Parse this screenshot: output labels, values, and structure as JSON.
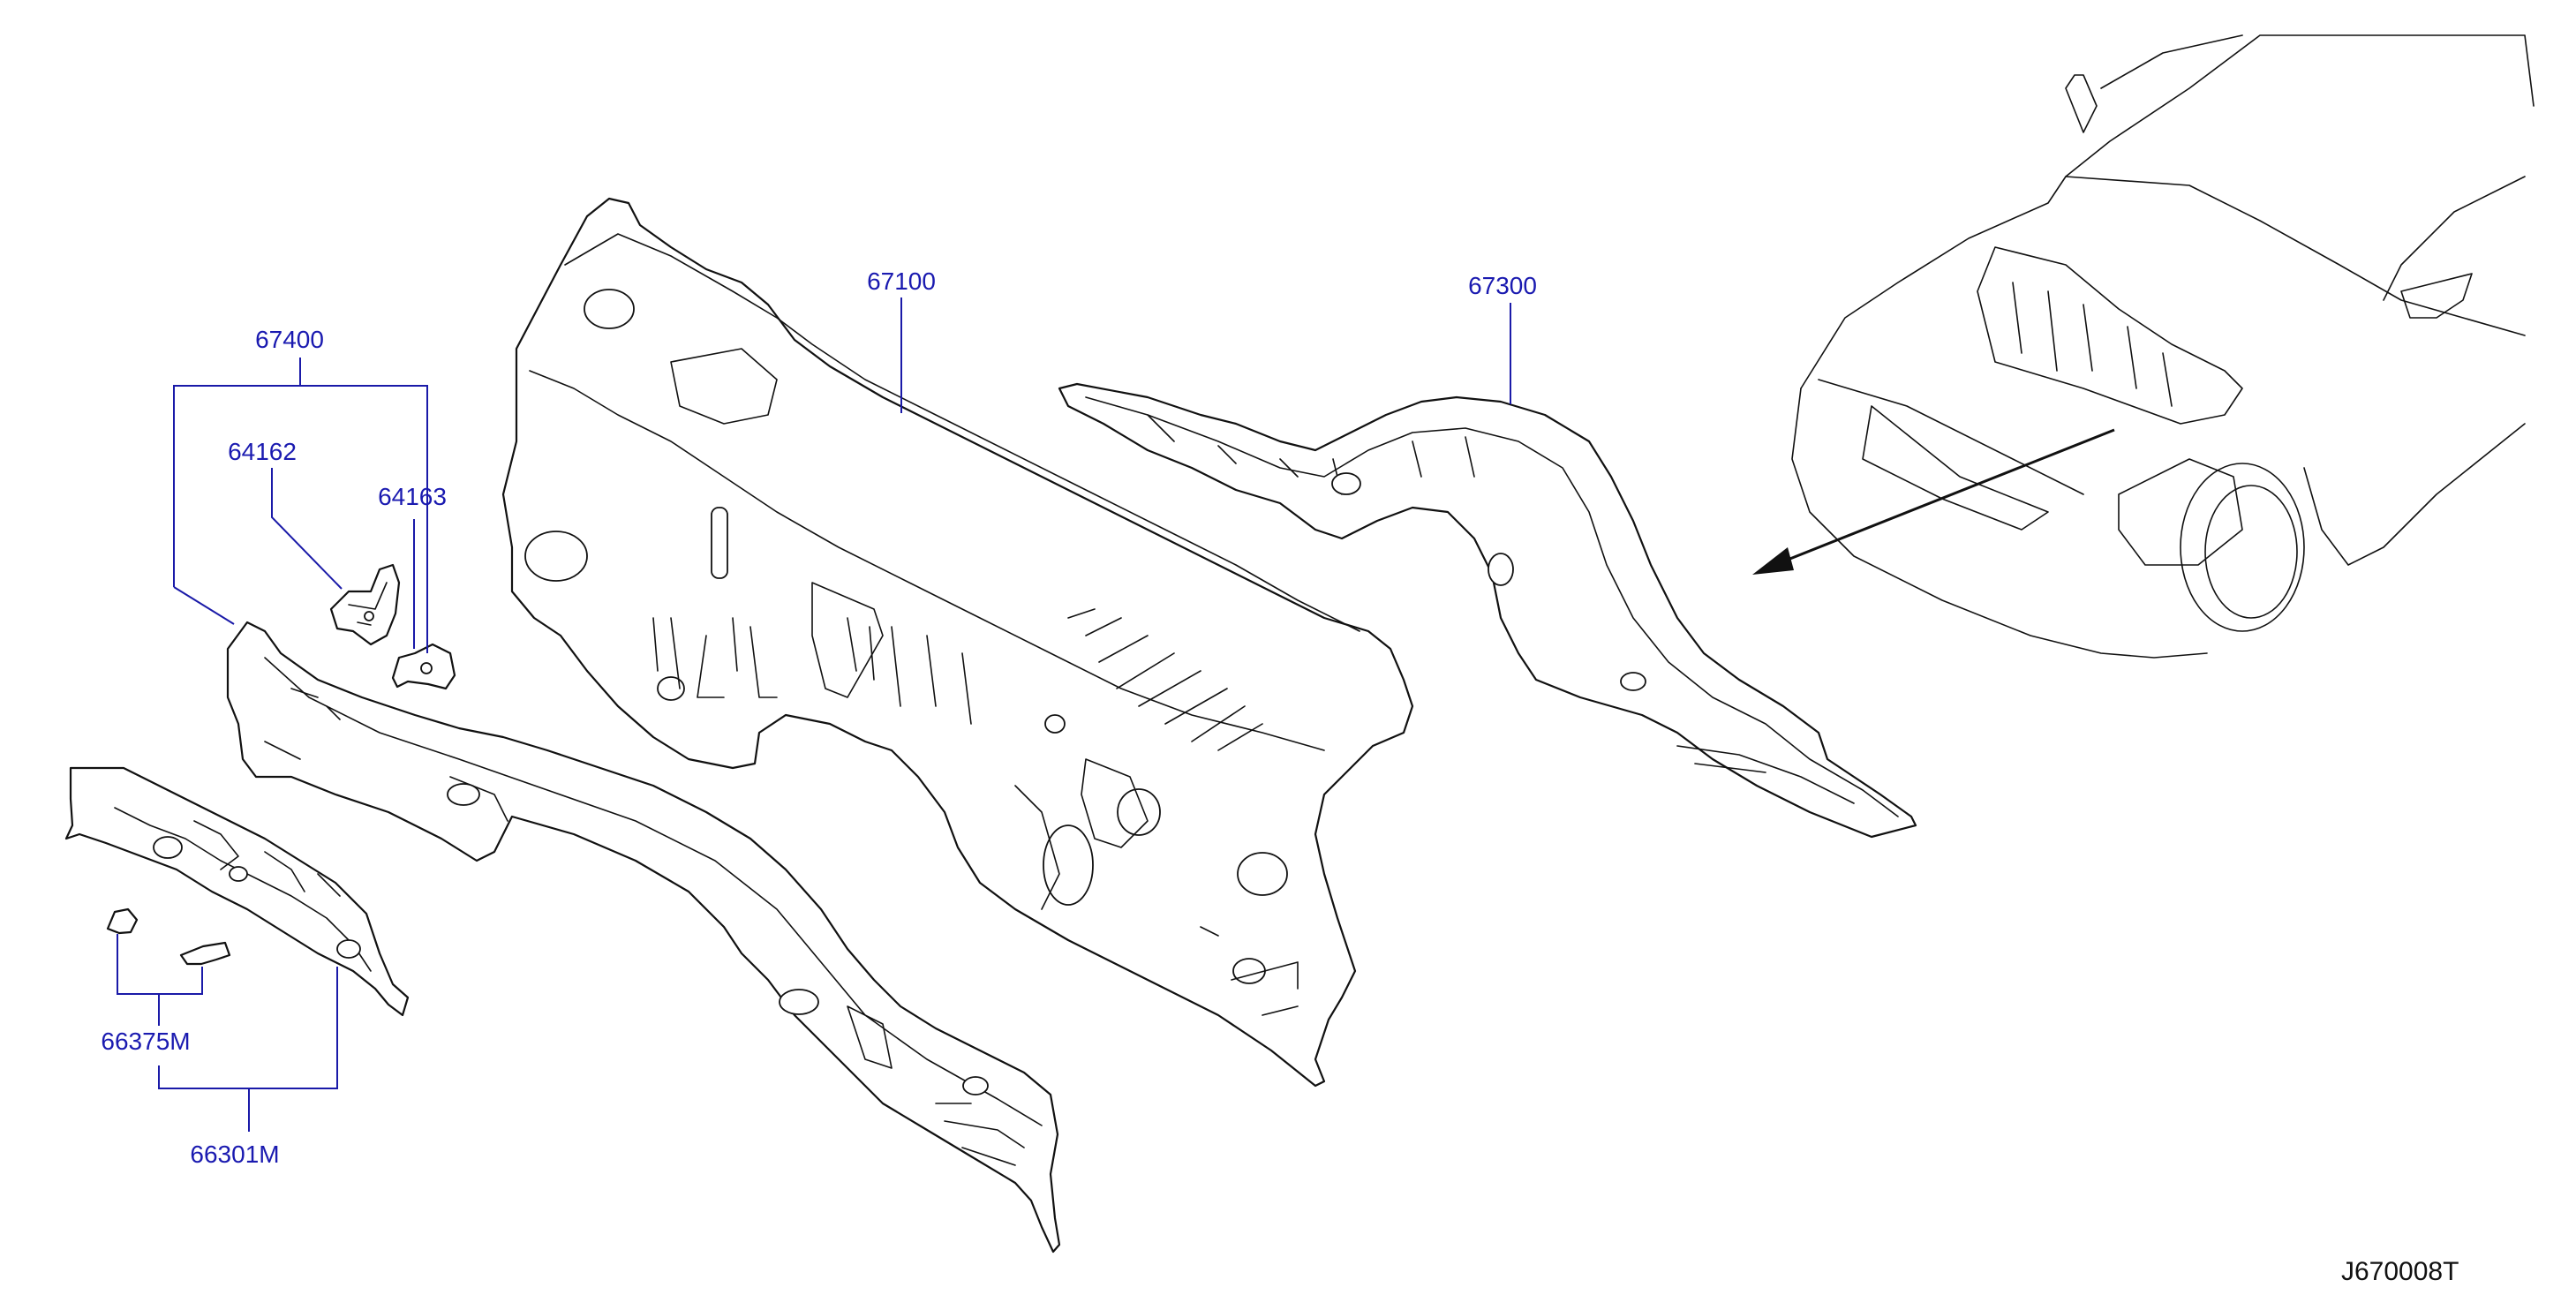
{
  "diagram": {
    "part_labels": {
      "p67400": "67400",
      "p64162": "64162",
      "p64163": "64163",
      "p67100": "67100",
      "p67300": "67300",
      "p66375M": "66375M",
      "p66301M": "66301M"
    },
    "diagram_code": "J670008T",
    "colors": {
      "label_text": "#1a1ab0",
      "leader_line": "#1a1aa8",
      "drawing_line": "#111111",
      "background": "#ffffff"
    }
  }
}
